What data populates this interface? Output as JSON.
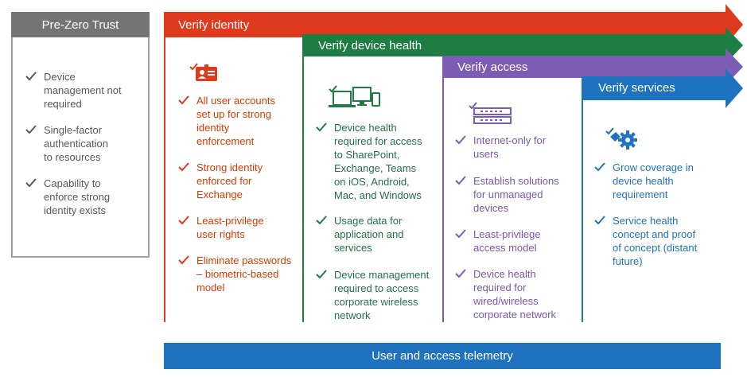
{
  "pre_zero": {
    "title": "Pre-Zero Trust",
    "items": [
      "Device\nmanagement not\nrequired",
      "Single-factor\nauthentication\nto resources",
      "Capability to\nenforce strong\nidentity exists"
    ]
  },
  "stages": [
    {
      "title": "Verify identity",
      "color": "#e03a1e",
      "icon": "id-badge-icon",
      "items": [
        "All user accounts\nset up for strong\nidentity\nenforcement",
        "Strong identity\nenforced for\nExchange",
        "Least-privilege\nuser rights",
        "Eliminate passwords\n– biometric-based\nmodel"
      ]
    },
    {
      "title": "Verify device health",
      "color": "#1e7d43",
      "icon": "devices-icon",
      "items": [
        "Device health\nrequired for access\nto SharePoint,\nExchange, Teams\non iOS, Android,\nMac, and Windows",
        "Usage data for\napplication and\nservices",
        "Device management\nrequired to access\ncorporate wireless\nnetwork"
      ]
    },
    {
      "title": "Verify access",
      "color": "#7d5cb5",
      "icon": "network-switch-icon",
      "items": [
        "Internet-only for\nusers",
        "Establish solutions\nfor unmanaged\ndevices",
        "Least-privilege\naccess model",
        "Device health\nrequired for\nwired/wireless\ncorporate network"
      ]
    },
    {
      "title": "Verify services",
      "color": "#1f73be",
      "icon": "gear-check-icon",
      "items": [
        "Grow coverage in\ndevice health\nrequirement",
        "Service health\nconcept and proof\nof concept (distant\nfuture)"
      ]
    }
  ],
  "telemetry": {
    "label": "User and access telemetry"
  },
  "colors": {
    "pre_zero_header": "#747474",
    "check_gray": "#595959"
  }
}
